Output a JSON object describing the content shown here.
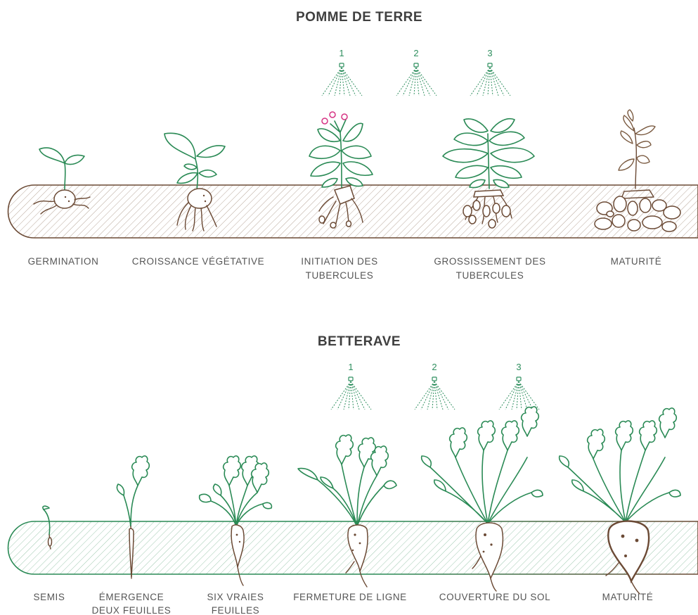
{
  "potato": {
    "title": "POMME DE TERRE",
    "sprays": [
      "1",
      "2",
      "3"
    ],
    "stages": [
      {
        "line1": "GERMINATION",
        "line2": ""
      },
      {
        "line1": "CROISSANCE VÉGÉTATIVE",
        "line2": ""
      },
      {
        "line1": "INITIATION DES",
        "line2": "TUBERCULES"
      },
      {
        "line1": "GROSSISSEMENT DES",
        "line2": "TUBERCULES"
      },
      {
        "line1": "MATURITÉ",
        "line2": ""
      }
    ]
  },
  "beet": {
    "title": "BETTERAVE",
    "sprays": [
      "1",
      "2",
      "3"
    ],
    "stages": [
      {
        "line1": "SEMIS",
        "line2": ""
      },
      {
        "line1": "ÉMERGENCE",
        "line2": "DEUX FEUILLES"
      },
      {
        "line1": "SIX VRAIES",
        "line2": "FEUILLES"
      },
      {
        "line1": "FERMETURE DE LIGNE",
        "line2": ""
      },
      {
        "line1": "COUVERTURE DU SOL",
        "line2": ""
      },
      {
        "line1": "MATURITÉ",
        "line2": ""
      }
    ]
  },
  "colors": {
    "soil": "#6b4a35",
    "leaf": "#2a8a55",
    "spray": "#2f8f5f",
    "flower": "#d63384"
  }
}
